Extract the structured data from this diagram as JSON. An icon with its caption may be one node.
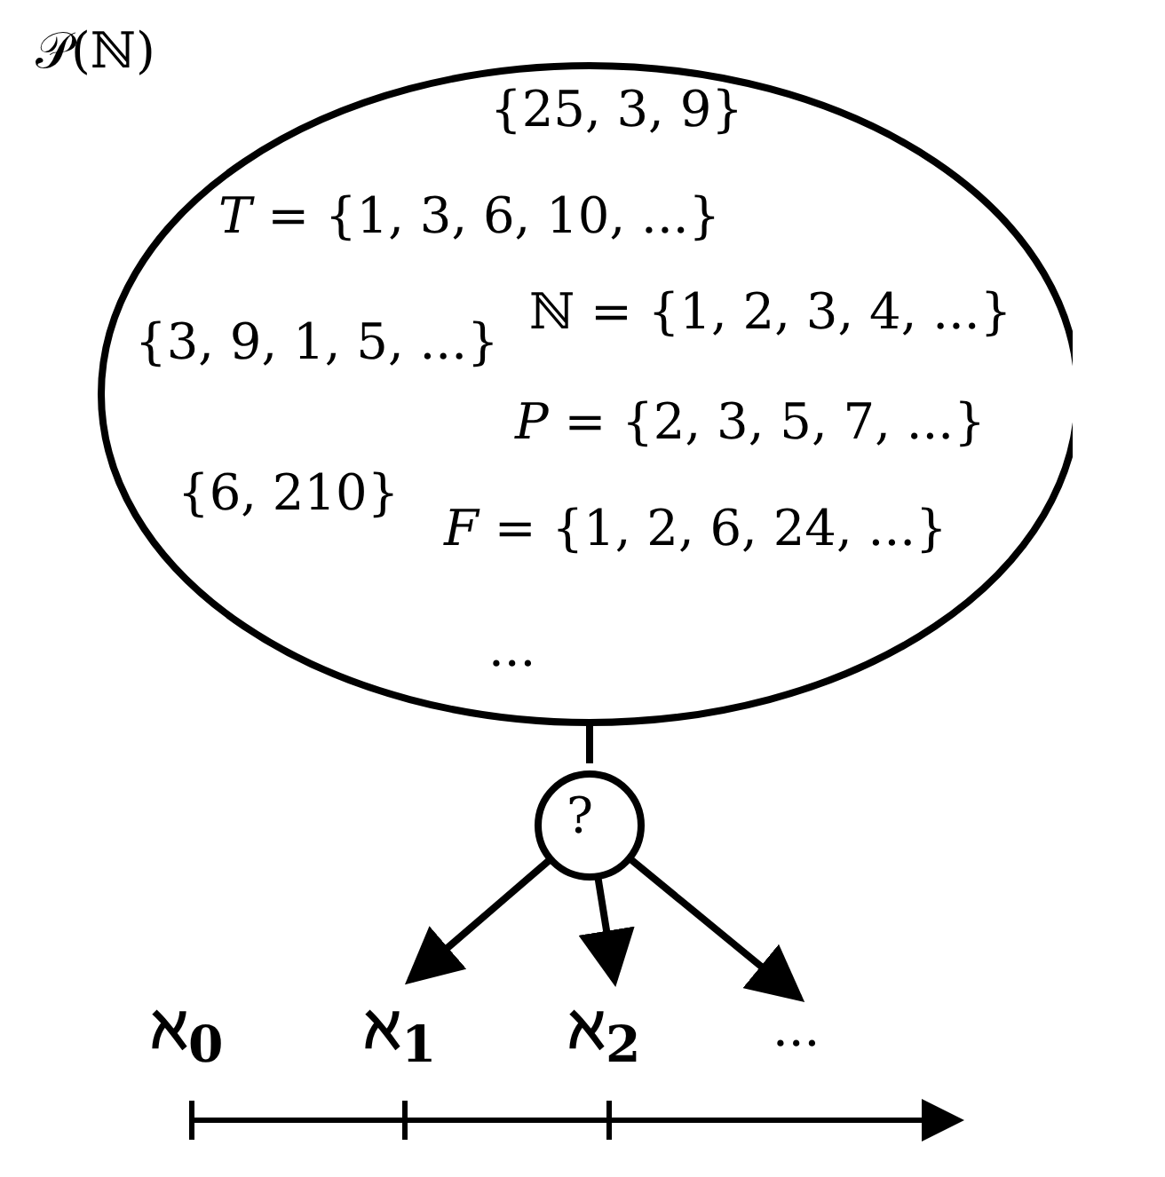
{
  "diagram": {
    "nodes": [
      {
        "text": [
          "𝒫(ℕ)",
          "{25, 3, 9}",
          "*T* = {1, 3, 6, 10, ...}",
          "ℕ = {1, 2, 3, 4, ...}",
          "{3, 9, 1, 5, ...}",
          "*P* = {2, 3, 5, 7, ...}",
          "{6, 210}",
          "*F* = {1, 2, 6, 24, ...}",
          "..."
        ]
      },
      {
        "text": [
          "?"
        ]
      },
      {
        "text": [
          "ℵ$_{1}$"
        ]
      },
      {
        "text": [
          "ℵ$_{2}$"
        ]
      },
      {
        "text": [
          "..."
        ]
      }
    ],
    "edges": [
      {
        "from": 0,
        "to": 1,
        "arrow": "none"
      },
      {
        "from": 1,
        "to": 2,
        "arrow": "to"
      },
      {
        "from": 1,
        "to": 3,
        "arrow": "to"
      },
      {
        "from": 1,
        "to": 4,
        "arrow": "to"
      }
    ],
    "labels": [
      "ℵ$_{0}$"
    ]
  }
}
